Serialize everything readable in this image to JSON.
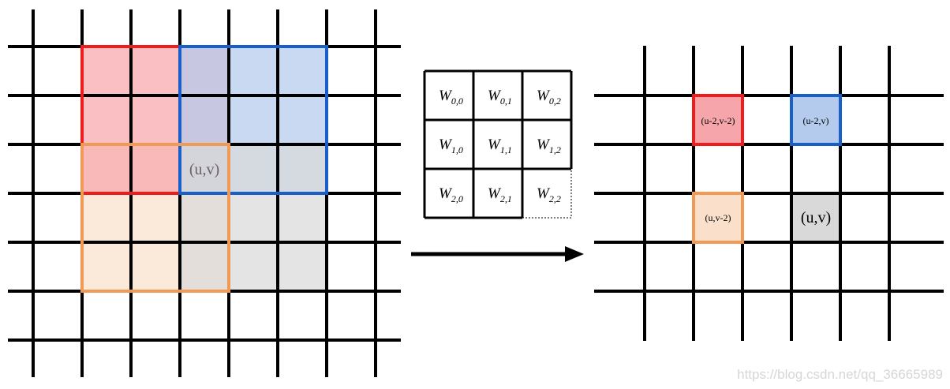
{
  "colors": {
    "red": "#ee1c1c",
    "red_fill": "#f6a6ab",
    "blue": "#1a5fc9",
    "blue_fill": "#b4cbed",
    "orange": "#f09a55",
    "orange_fill": "#fae0cb",
    "gray_fill": "#d9d9d9",
    "grid_line": "#000000"
  },
  "input_grid": {
    "center_label": "(u,v)"
  },
  "kernel": {
    "symbol": "W",
    "cells": [
      [
        "0,0",
        "0,1",
        "0,2"
      ],
      [
        "1,0",
        "1,1",
        "1,2"
      ],
      [
        "2,0",
        "2,1",
        "2,2"
      ]
    ],
    "dashed_cell": "2,2"
  },
  "output_grid": {
    "labels": {
      "red": "(u-2,v-2)",
      "blue": "(u-2,v)",
      "orange": "(u,v-2)",
      "gray": "(u,v)"
    }
  },
  "arrow": {
    "icon": "right-arrow-icon"
  },
  "watermark": "https://blog.csdn.net/qq_36665989"
}
